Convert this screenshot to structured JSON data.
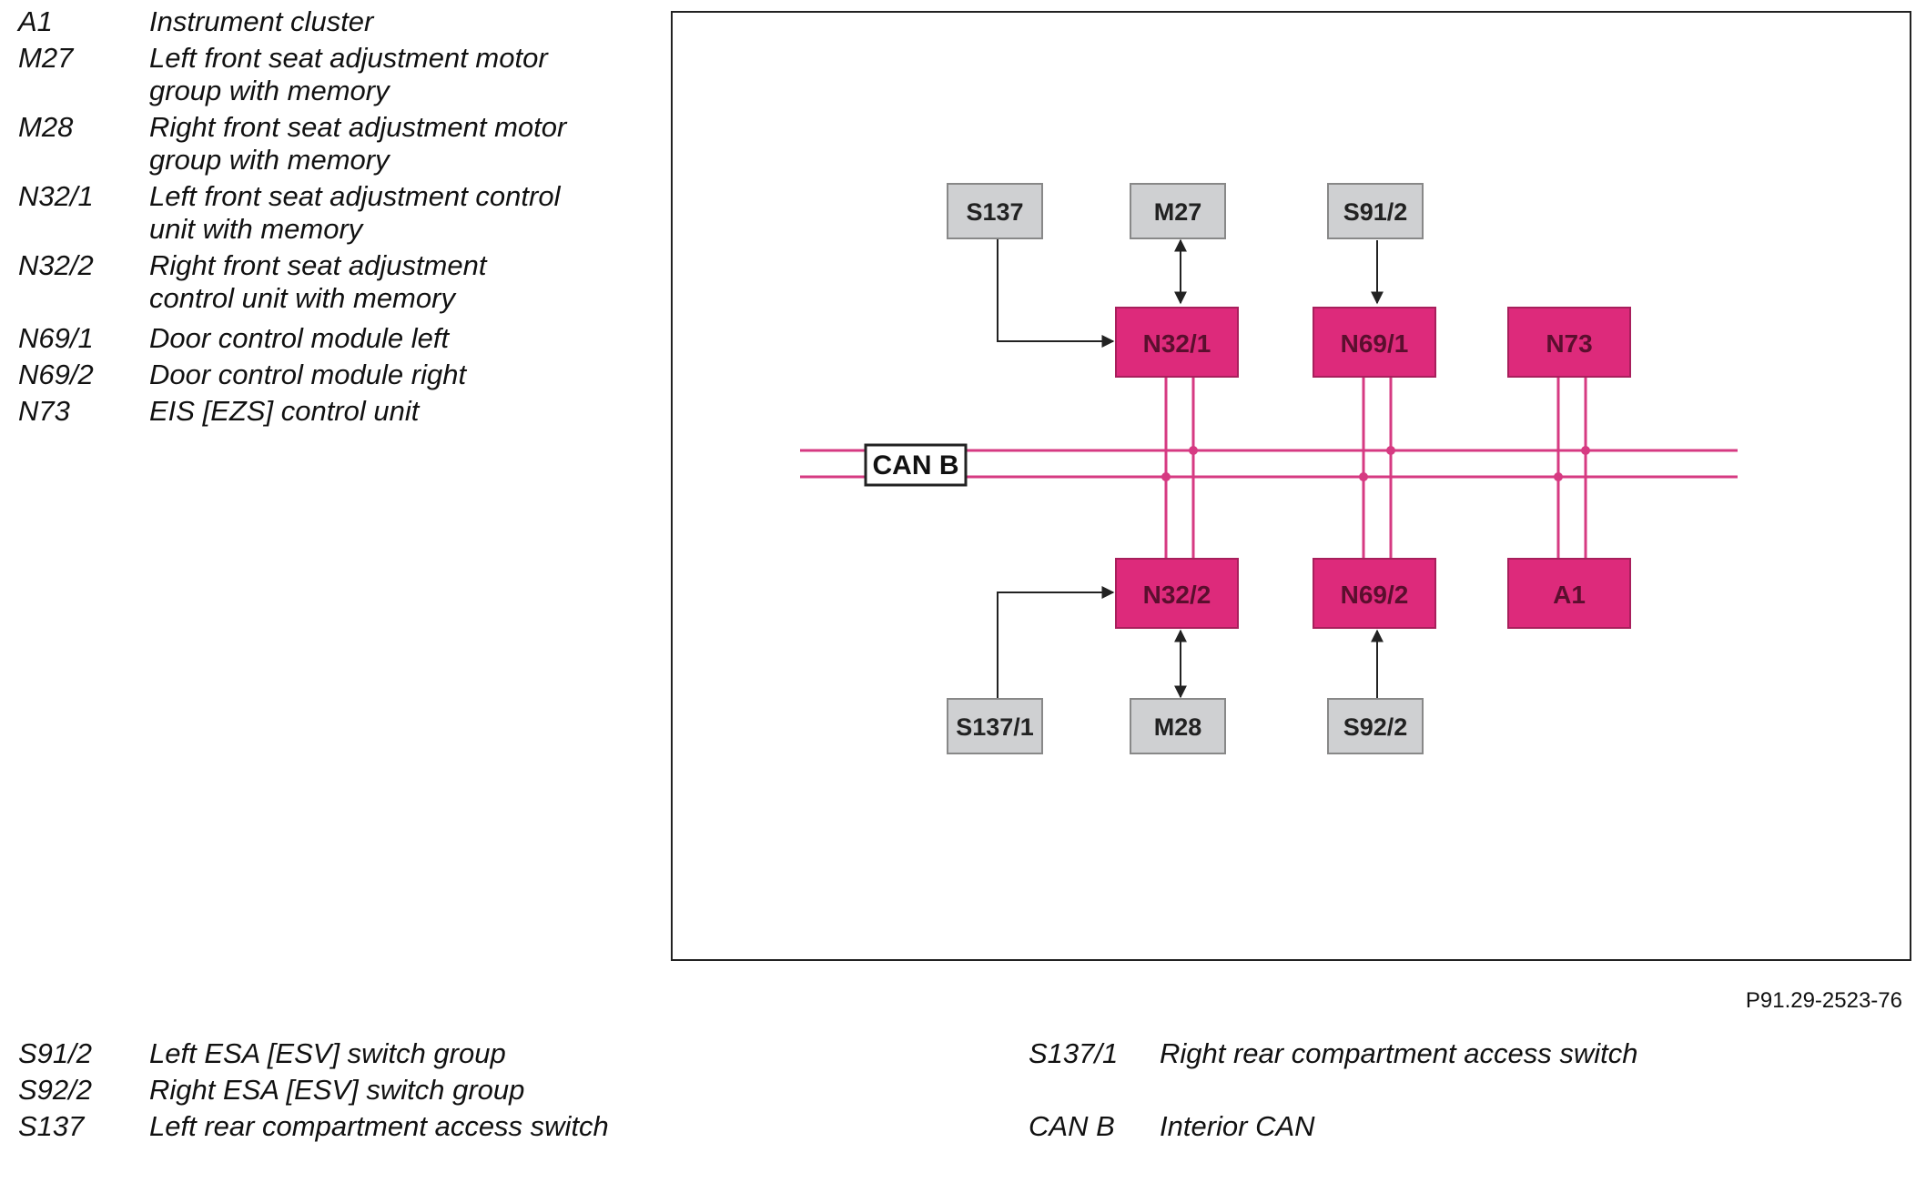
{
  "legend_top": [
    {
      "code": "A1",
      "lines": [
        "Instrument cluster"
      ]
    },
    {
      "code": "M27",
      "lines": [
        "Left front seat adjustment motor",
        "group with memory"
      ]
    },
    {
      "code": "M28",
      "lines": [
        "Right front seat adjustment motor",
        "group with memory"
      ]
    },
    {
      "code": "N32/1",
      "lines": [
        "Left front seat adjustment control",
        "unit with memory"
      ]
    },
    {
      "code": "N32/2",
      "lines": [
        "Right front seat adjustment",
        "control unit with memory"
      ]
    },
    {
      "code": "N69/1",
      "lines": [
        "Door control module left"
      ]
    },
    {
      "code": "N69/2",
      "lines": [
        "Door control module right"
      ]
    },
    {
      "code": "N73",
      "lines": [
        "EIS [EZS] control unit"
      ]
    }
  ],
  "legend_bottom_left": [
    {
      "code": "S91/2",
      "desc": "Left ESA [ESV] switch group"
    },
    {
      "code": "S92/2",
      "desc": "Right ESA [ESV] switch group"
    },
    {
      "code": "S137",
      "desc": "Left rear compartment access switch"
    }
  ],
  "legend_bottom_right": [
    {
      "code": "S137/1",
      "desc": "Right rear compartment access switch"
    },
    {
      "code": "CAN B",
      "desc": "Interior CAN"
    }
  ],
  "figure_id": "P91.29-2523-76",
  "diagram": {
    "bus_label": "CAN B",
    "colors": {
      "control_unit_fill": "#dd2a7b",
      "control_unit_text": "#5a0f2e",
      "peripheral_fill": "#cfd0d2",
      "peripheral_text": "#222222",
      "bus_line": "#d63a82",
      "arrow": "#222222"
    },
    "control_units": {
      "n32_1": "N32/1",
      "n69_1": "N69/1",
      "n73": "N73",
      "n32_2": "N32/2",
      "n69_2": "N69/2",
      "a1": "A1"
    },
    "peripherals": {
      "s137": "S137",
      "m27": "M27",
      "s91_2": "S91/2",
      "s137_1": "S137/1",
      "m28": "M28",
      "s92_2": "S92/2"
    }
  }
}
